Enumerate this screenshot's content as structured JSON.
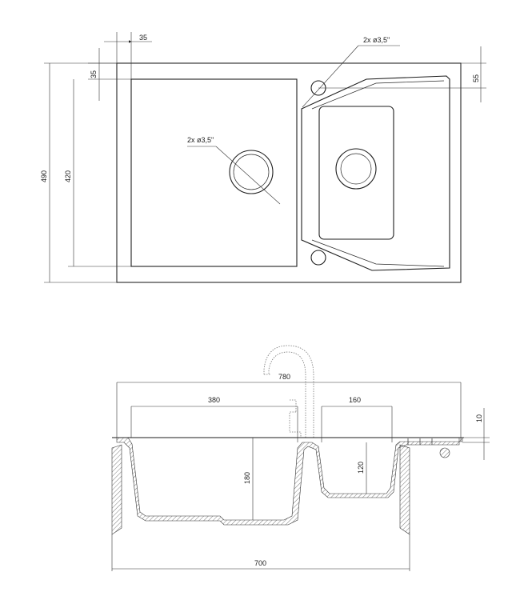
{
  "top_view": {
    "dims": {
      "flange_top": "35",
      "flange_side": "35",
      "outer_height": "490",
      "bowl_height": "420",
      "drainer_offset": "55",
      "tap_holes": "2x ø3,5\"",
      "waste_holes": "2x ø3,5\""
    }
  },
  "side_view": {
    "dims": {
      "total_width": "780",
      "main_bowl_width": "380",
      "second_bowl_width": "160",
      "flange_thickness": "10",
      "main_depth": "180",
      "second_depth": "120",
      "base_width": "700"
    }
  }
}
